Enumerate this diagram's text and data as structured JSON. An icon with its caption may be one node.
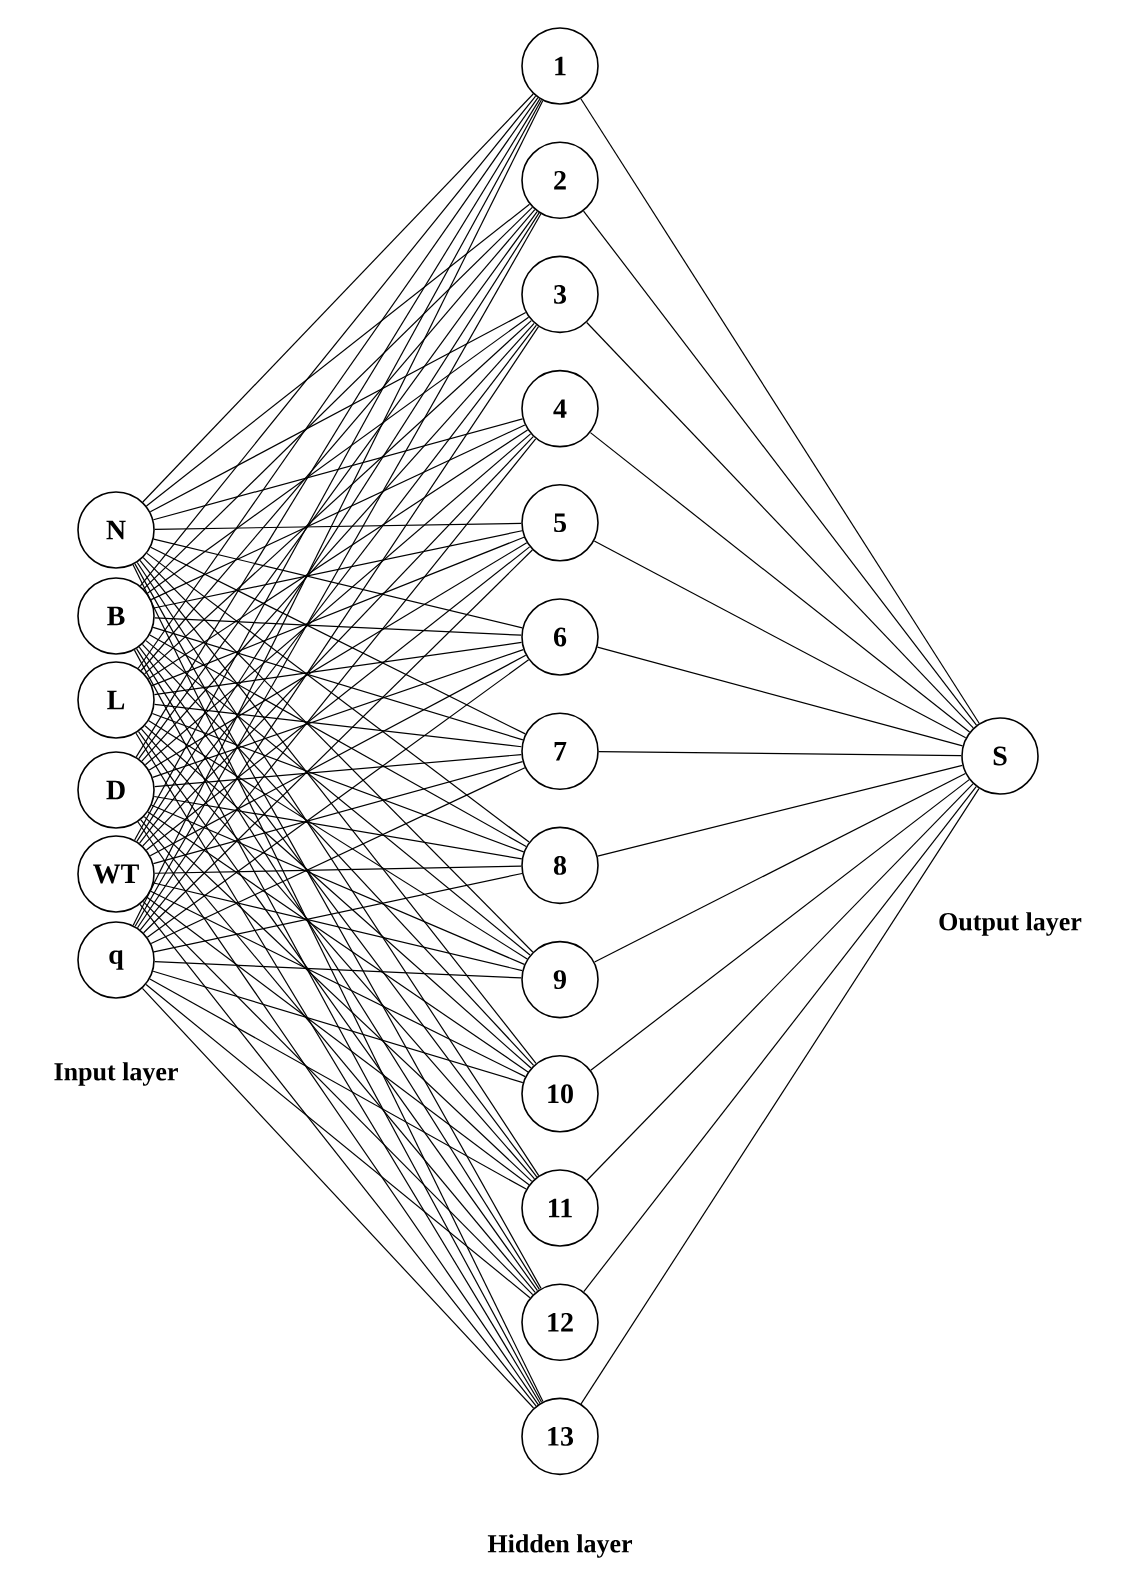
{
  "diagram": {
    "nodes": [
      {
        "text": [
          "N"
        ]
      },
      {
        "text": [
          "B"
        ]
      },
      {
        "text": [
          "L"
        ]
      },
      {
        "text": [
          "D"
        ]
      },
      {
        "text": [
          "WT"
        ]
      },
      {
        "text": [
          "q"
        ]
      },
      {
        "text": [
          "1"
        ]
      },
      {
        "text": [
          "2"
        ]
      },
      {
        "text": [
          "3"
        ]
      },
      {
        "text": [
          "4"
        ]
      },
      {
        "text": [
          "5"
        ]
      },
      {
        "text": [
          "6"
        ]
      },
      {
        "text": [
          "7"
        ]
      },
      {
        "text": [
          "8"
        ]
      },
      {
        "text": [
          "9"
        ]
      },
      {
        "text": [
          "10"
        ]
      },
      {
        "text": [
          "11"
        ]
      },
      {
        "text": [
          "12"
        ]
      },
      {
        "text": [
          "13"
        ]
      },
      {
        "text": [
          "S"
        ]
      }
    ],
    "edges": [
      {
        "from": 0,
        "to": 6,
        "arrow": "none"
      },
      {
        "from": 0,
        "to": 7,
        "arrow": "none"
      },
      {
        "from": 0,
        "to": 8,
        "arrow": "none"
      },
      {
        "from": 0,
        "to": 9,
        "arrow": "none"
      },
      {
        "from": 0,
        "to": 10,
        "arrow": "none"
      },
      {
        "from": 0,
        "to": 11,
        "arrow": "none"
      },
      {
        "from": 0,
        "to": 12,
        "arrow": "none"
      },
      {
        "from": 0,
        "to": 13,
        "arrow": "none"
      },
      {
        "from": 0,
        "to": 14,
        "arrow": "none"
      },
      {
        "from": 0,
        "to": 15,
        "arrow": "none"
      },
      {
        "from": 0,
        "to": 16,
        "arrow": "none"
      },
      {
        "from": 0,
        "to": 17,
        "arrow": "none"
      },
      {
        "from": 0,
        "to": 18,
        "arrow": "none"
      },
      {
        "from": 1,
        "to": 6,
        "arrow": "none"
      },
      {
        "from": 1,
        "to": 7,
        "arrow": "none"
      },
      {
        "from": 1,
        "to": 8,
        "arrow": "none"
      },
      {
        "from": 1,
        "to": 9,
        "arrow": "none"
      },
      {
        "from": 1,
        "to": 10,
        "arrow": "none"
      },
      {
        "from": 1,
        "to": 11,
        "arrow": "none"
      },
      {
        "from": 1,
        "to": 12,
        "arrow": "none"
      },
      {
        "from": 1,
        "to": 13,
        "arrow": "none"
      },
      {
        "from": 1,
        "to": 14,
        "arrow": "none"
      },
      {
        "from": 1,
        "to": 15,
        "arrow": "none"
      },
      {
        "from": 1,
        "to": 16,
        "arrow": "none"
      },
      {
        "from": 1,
        "to": 17,
        "arrow": "none"
      },
      {
        "from": 1,
        "to": 18,
        "arrow": "none"
      },
      {
        "from": 2,
        "to": 6,
        "arrow": "none"
      },
      {
        "from": 2,
        "to": 7,
        "arrow": "none"
      },
      {
        "from": 2,
        "to": 8,
        "arrow": "none"
      },
      {
        "from": 2,
        "to": 9,
        "arrow": "none"
      },
      {
        "from": 2,
        "to": 10,
        "arrow": "none"
      },
      {
        "from": 2,
        "to": 11,
        "arrow": "none"
      },
      {
        "from": 2,
        "to": 12,
        "arrow": "none"
      },
      {
        "from": 2,
        "to": 13,
        "arrow": "none"
      },
      {
        "from": 2,
        "to": 14,
        "arrow": "none"
      },
      {
        "from": 2,
        "to": 15,
        "arrow": "none"
      },
      {
        "from": 2,
        "to": 16,
        "arrow": "none"
      },
      {
        "from": 2,
        "to": 17,
        "arrow": "none"
      },
      {
        "from": 2,
        "to": 18,
        "arrow": "none"
      },
      {
        "from": 3,
        "to": 6,
        "arrow": "none"
      },
      {
        "from": 3,
        "to": 7,
        "arrow": "none"
      },
      {
        "from": 3,
        "to": 8,
        "arrow": "none"
      },
      {
        "from": 3,
        "to": 9,
        "arrow": "none"
      },
      {
        "from": 3,
        "to": 10,
        "arrow": "none"
      },
      {
        "from": 3,
        "to": 11,
        "arrow": "none"
      },
      {
        "from": 3,
        "to": 12,
        "arrow": "none"
      },
      {
        "from": 3,
        "to": 13,
        "arrow": "none"
      },
      {
        "from": 3,
        "to": 14,
        "arrow": "none"
      },
      {
        "from": 3,
        "to": 15,
        "arrow": "none"
      },
      {
        "from": 3,
        "to": 16,
        "arrow": "none"
      },
      {
        "from": 3,
        "to": 17,
        "arrow": "none"
      },
      {
        "from": 3,
        "to": 18,
        "arrow": "none"
      },
      {
        "from": 4,
        "to": 6,
        "arrow": "none"
      },
      {
        "from": 4,
        "to": 7,
        "arrow": "none"
      },
      {
        "from": 4,
        "to": 8,
        "arrow": "none"
      },
      {
        "from": 4,
        "to": 9,
        "arrow": "none"
      },
      {
        "from": 4,
        "to": 10,
        "arrow": "none"
      },
      {
        "from": 4,
        "to": 11,
        "arrow": "none"
      },
      {
        "from": 4,
        "to": 12,
        "arrow": "none"
      },
      {
        "from": 4,
        "to": 13,
        "arrow": "none"
      },
      {
        "from": 4,
        "to": 14,
        "arrow": "none"
      },
      {
        "from": 4,
        "to": 15,
        "arrow": "none"
      },
      {
        "from": 4,
        "to": 16,
        "arrow": "none"
      },
      {
        "from": 4,
        "to": 17,
        "arrow": "none"
      },
      {
        "from": 4,
        "to": 18,
        "arrow": "none"
      },
      {
        "from": 5,
        "to": 6,
        "arrow": "none"
      },
      {
        "from": 5,
        "to": 7,
        "arrow": "none"
      },
      {
        "from": 5,
        "to": 8,
        "arrow": "none"
      },
      {
        "from": 5,
        "to": 9,
        "arrow": "none"
      },
      {
        "from": 5,
        "to": 10,
        "arrow": "none"
      },
      {
        "from": 5,
        "to": 11,
        "arrow": "none"
      },
      {
        "from": 5,
        "to": 12,
        "arrow": "none"
      },
      {
        "from": 5,
        "to": 13,
        "arrow": "none"
      },
      {
        "from": 5,
        "to": 14,
        "arrow": "none"
      },
      {
        "from": 5,
        "to": 15,
        "arrow": "none"
      },
      {
        "from": 5,
        "to": 16,
        "arrow": "none"
      },
      {
        "from": 5,
        "to": 17,
        "arrow": "none"
      },
      {
        "from": 5,
        "to": 18,
        "arrow": "none"
      },
      {
        "from": 6,
        "to": 19,
        "arrow": "none"
      },
      {
        "from": 7,
        "to": 19,
        "arrow": "none"
      },
      {
        "from": 8,
        "to": 19,
        "arrow": "none"
      },
      {
        "from": 9,
        "to": 19,
        "arrow": "none"
      },
      {
        "from": 10,
        "to": 19,
        "arrow": "none"
      },
      {
        "from": 11,
        "to": 19,
        "arrow": "none"
      },
      {
        "from": 12,
        "to": 19,
        "arrow": "none"
      },
      {
        "from": 13,
        "to": 19,
        "arrow": "none"
      },
      {
        "from": 14,
        "to": 19,
        "arrow": "none"
      },
      {
        "from": 15,
        "to": 19,
        "arrow": "none"
      },
      {
        "from": 16,
        "to": 19,
        "arrow": "none"
      },
      {
        "from": 17,
        "to": 19,
        "arrow": "none"
      },
      {
        "from": 18,
        "to": 19,
        "arrow": "none"
      }
    ],
    "labels": [
      "Input layer",
      "Output layer",
      "Hidden layer"
    ]
  }
}
